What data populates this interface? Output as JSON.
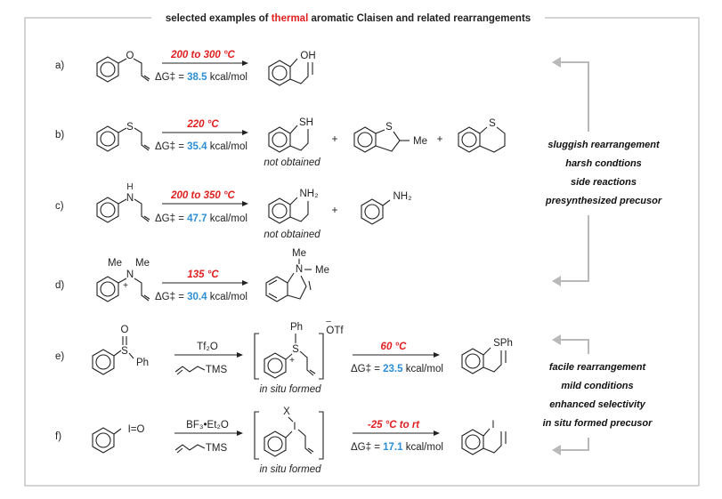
{
  "header": {
    "prefix": "selected examples of",
    "highlight": "thermal",
    "suffix": "aromatic Claisen and related rearrangements"
  },
  "rows": [
    {
      "label": "a)",
      "condition": "200 to 300 °C",
      "dg_prefix": "ΔG‡ =",
      "dg_value": "38.5",
      "dg_unit": "kcal/mol"
    },
    {
      "label": "b)",
      "condition": "220 °C",
      "dg_prefix": "ΔG‡ =",
      "dg_value": "35.4",
      "dg_unit": "kcal/mol",
      "note": "not obtained"
    },
    {
      "label": "c)",
      "condition": "200 to  350 °C",
      "dg_prefix": "ΔG‡ =",
      "dg_value": "47.7",
      "dg_unit": "kcal/mol",
      "note": "not obtained"
    },
    {
      "label": "d)",
      "condition": "135 °C",
      "dg_prefix": "ΔG‡ =",
      "dg_value": "30.4",
      "dg_unit": "kcal/mol"
    },
    {
      "label": "e)",
      "reagent": "Tf₂O",
      "reagent2": "TMS",
      "condition": "60 °C",
      "dg_prefix": "ΔG‡ =",
      "dg_value": "23.5",
      "dg_unit": "kcal/mol",
      "note": "in situ formed",
      "counterion": "OTf"
    },
    {
      "label": "f)",
      "reagent": "BF₃•Et₂O",
      "reagent2": "TMS",
      "condition": "-25 °C to rt",
      "dg_prefix": "ΔG‡ =",
      "dg_value": "17.1",
      "dg_unit": "kcal/mol",
      "note": "in situ formed"
    }
  ],
  "atom_labels": {
    "O": "O",
    "OH": "OH",
    "S": "S",
    "SH": "SH",
    "Me": "Me",
    "NH": "H",
    "N": "N",
    "NH2": "NH₂",
    "plus_charge": "+",
    "Ph": "Ph",
    "SPh": "SPh",
    "I": "I",
    "IO": "I=O",
    "X": "X",
    "plus": "+",
    "minus": "–"
  },
  "side_top": [
    "sluggish rearrangement",
    "harsh condtions",
    "side reactions",
    "presynthesized precusor"
  ],
  "side_bottom": [
    "facile rearrangement",
    "mild conditions",
    "enhanced selectivity",
    "in situ formed precusor"
  ]
}
